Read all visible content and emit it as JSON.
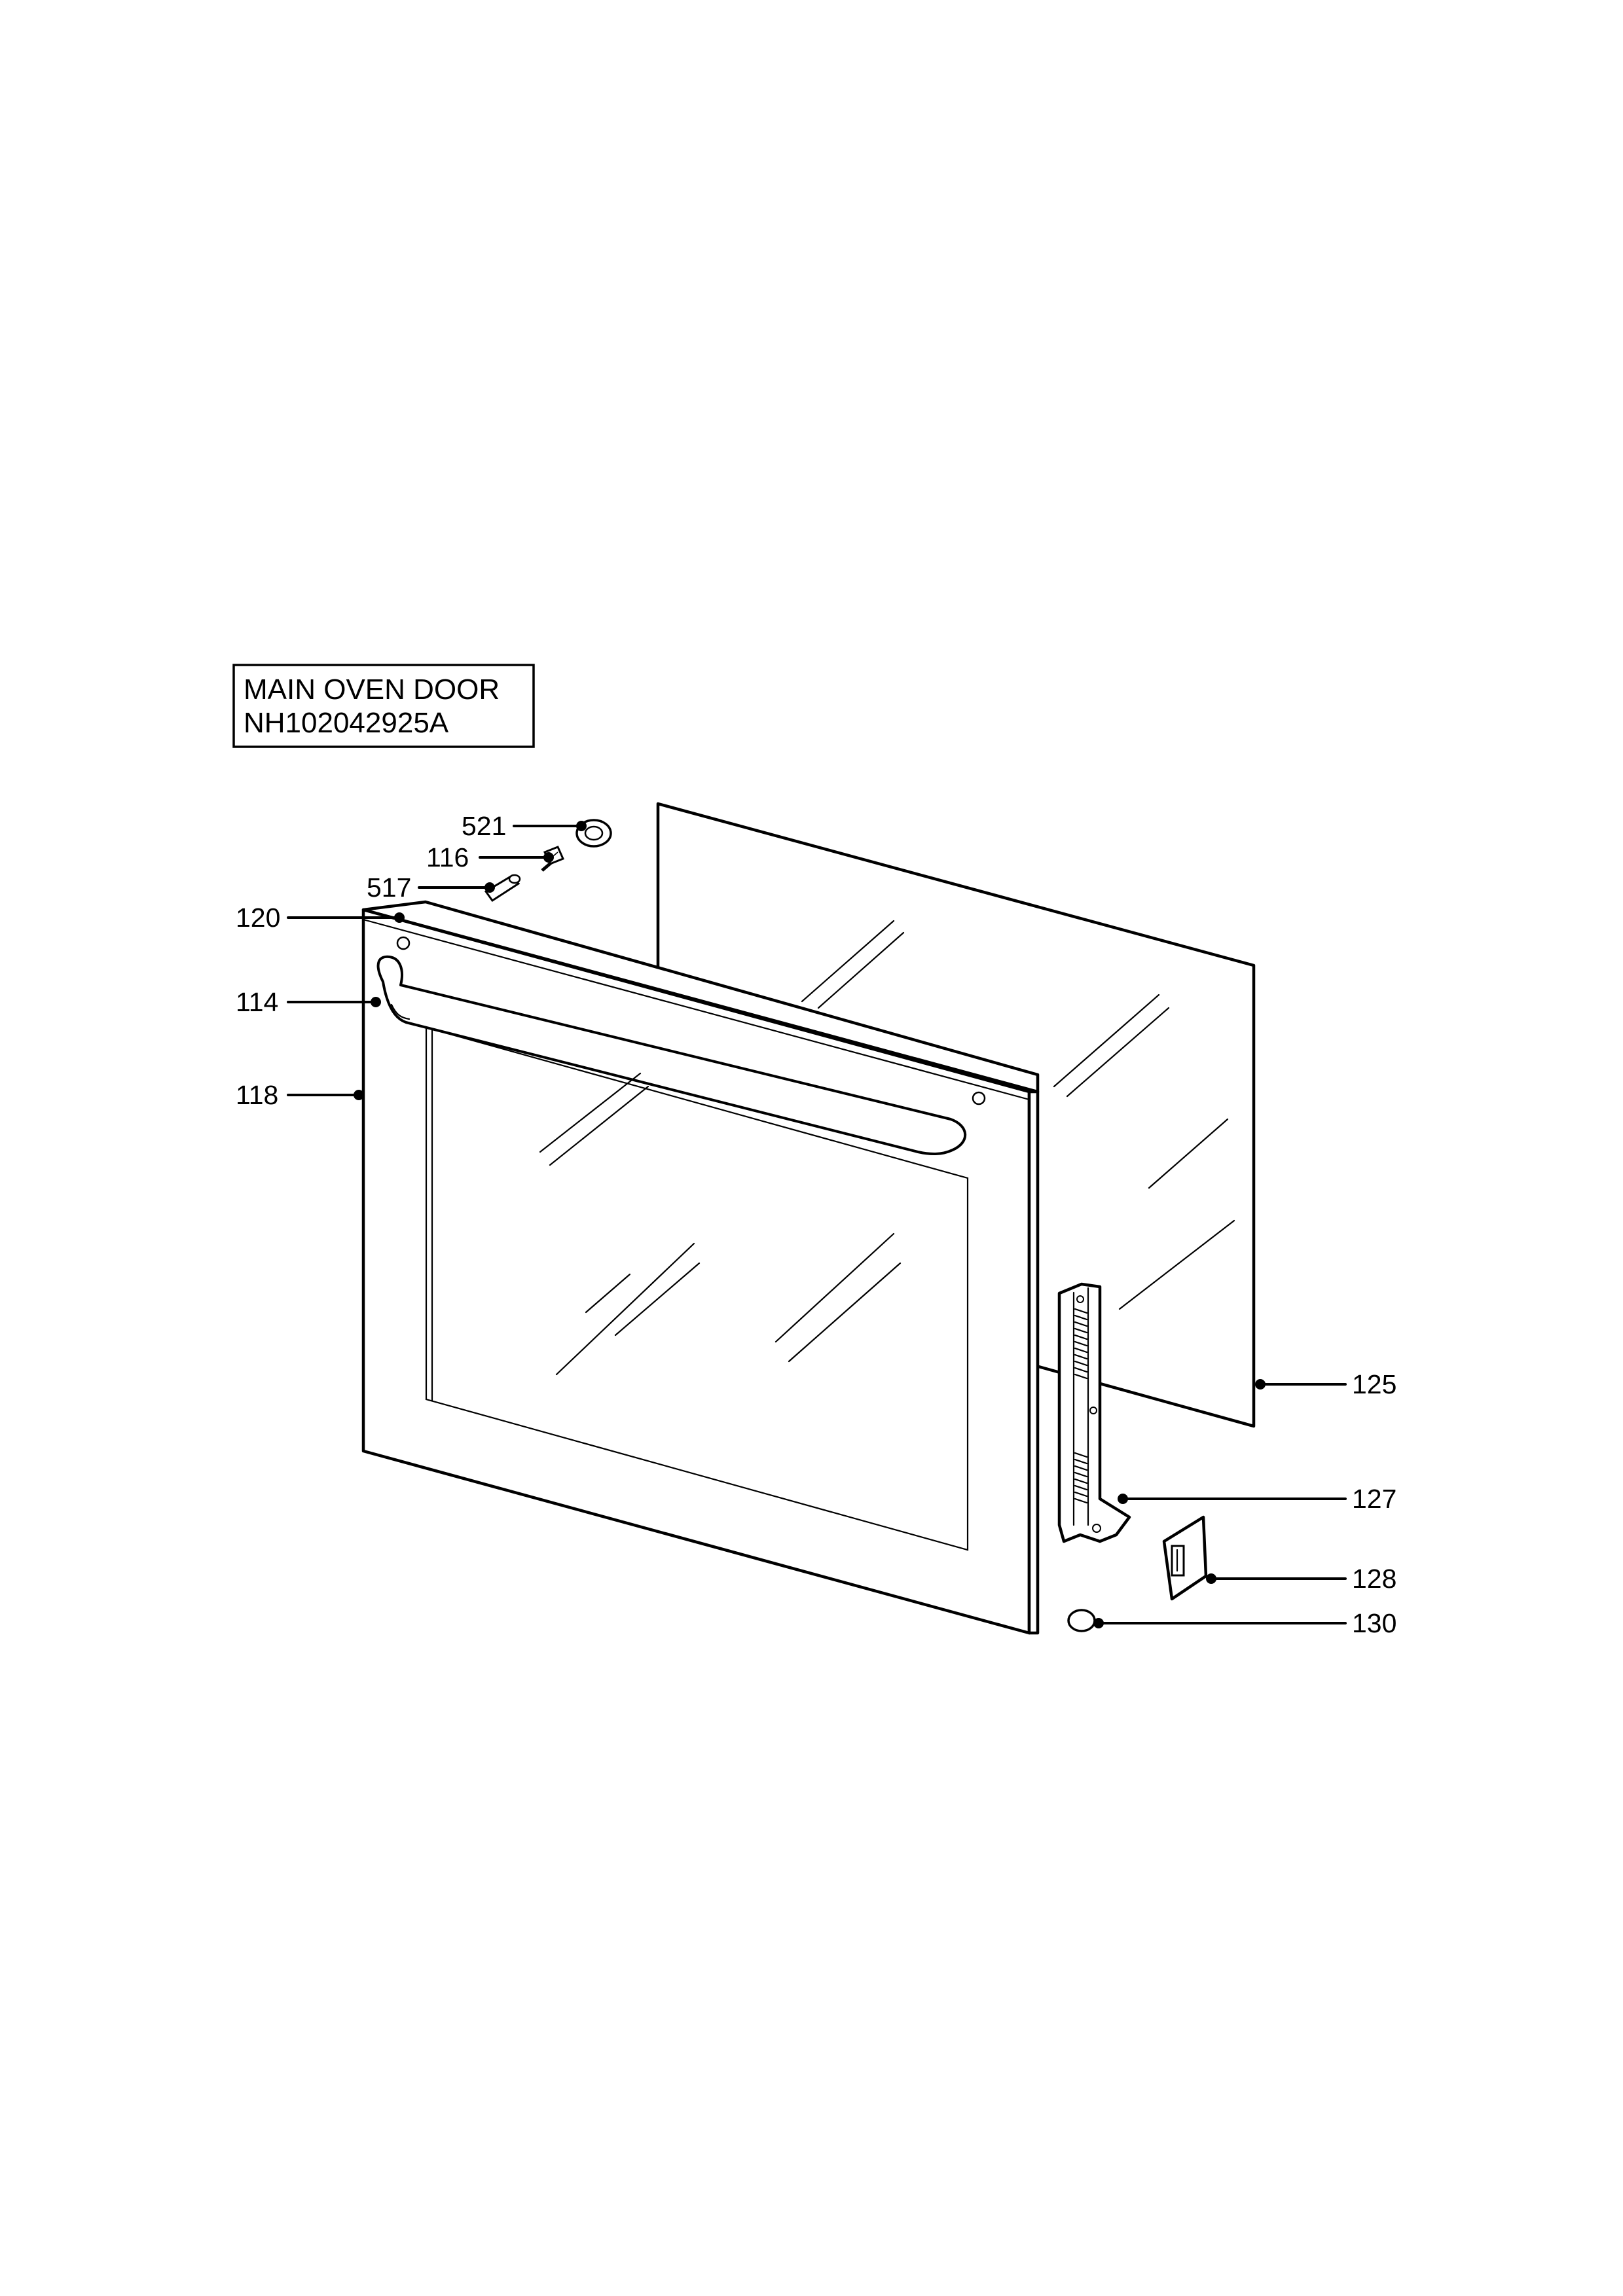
{
  "title": {
    "line1": "MAIN OVEN DOOR",
    "line2": "NH102042925A"
  },
  "callouts": {
    "c521": "521",
    "c116": "116",
    "c517": "517",
    "c120": "120",
    "c114": "114",
    "c118": "118",
    "c125": "125",
    "c127": "127",
    "c128": "128",
    "c130": "130"
  },
  "parts": [
    {
      "ref": "521",
      "item": "grommet"
    },
    {
      "ref": "116",
      "item": "screw"
    },
    {
      "ref": "517",
      "item": "handle pin"
    },
    {
      "ref": "120",
      "item": "door top edge"
    },
    {
      "ref": "114",
      "item": "door handle"
    },
    {
      "ref": "118",
      "item": "outer door panel"
    },
    {
      "ref": "125",
      "item": "inner glass panel"
    },
    {
      "ref": "127",
      "item": "door hinge"
    },
    {
      "ref": "128",
      "item": "hinge receiver"
    },
    {
      "ref": "130",
      "item": "button"
    }
  ]
}
